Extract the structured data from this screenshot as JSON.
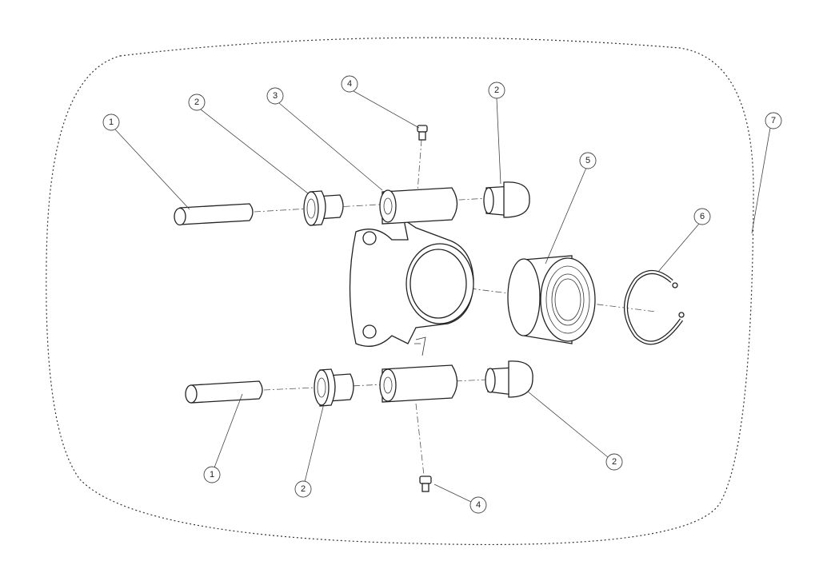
{
  "callouts": [
    {
      "label": "1"
    },
    {
      "label": "2"
    },
    {
      "label": "3"
    },
    {
      "label": "4"
    },
    {
      "label": "2"
    },
    {
      "label": "5"
    },
    {
      "label": "6"
    },
    {
      "label": "7"
    },
    {
      "label": "1"
    },
    {
      "label": "2"
    },
    {
      "label": "2"
    },
    {
      "label": "4"
    }
  ]
}
